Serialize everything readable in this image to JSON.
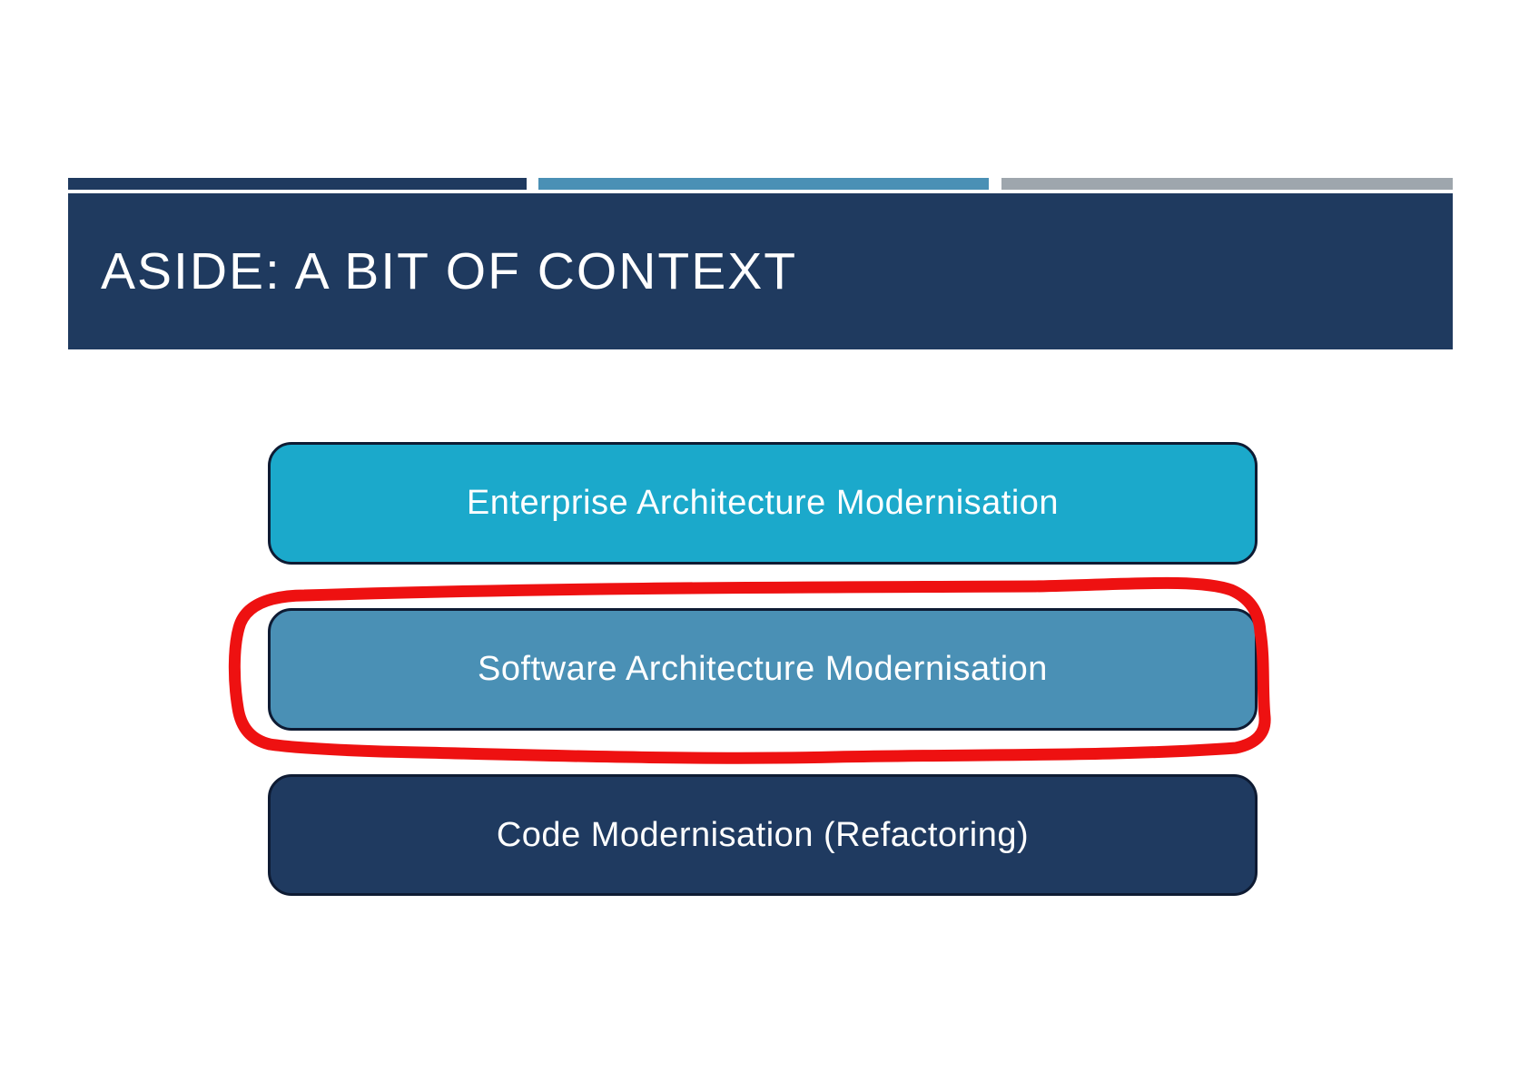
{
  "slide": {
    "kind": "presentation-slide",
    "title": "ASIDE: A BIT OF CONTEXT",
    "title_banner": {
      "background": "#1F3A5F",
      "text_color": "#FFFFFF"
    },
    "decor_bar_segments": [
      {
        "name": "navy-segment",
        "color": "#1F3A5F"
      },
      {
        "name": "steel-segment",
        "color": "#4A90B5"
      },
      {
        "name": "gray-segment",
        "color": "#9EA6AD"
      }
    ],
    "diagram": {
      "boxes": [
        {
          "label": "Enterprise Architecture Modernisation",
          "fill": "#1BA9CB",
          "border": "#0E1B33",
          "text_color": "#FFFFFF",
          "highlighted": false
        },
        {
          "label": "Software Architecture Modernisation",
          "fill": "#4A90B5",
          "border": "#0E1B33",
          "text_color": "#FFFFFF",
          "highlighted": true
        },
        {
          "label": "Code Modernisation (Refactoring)",
          "fill": "#1F3A60",
          "border": "#0E1B33",
          "text_color": "#FFFFFF",
          "highlighted": false
        }
      ],
      "annotation": {
        "type": "hand-drawn-loop",
        "color": "#EE1111",
        "around": "Software Architecture Modernisation"
      }
    }
  }
}
